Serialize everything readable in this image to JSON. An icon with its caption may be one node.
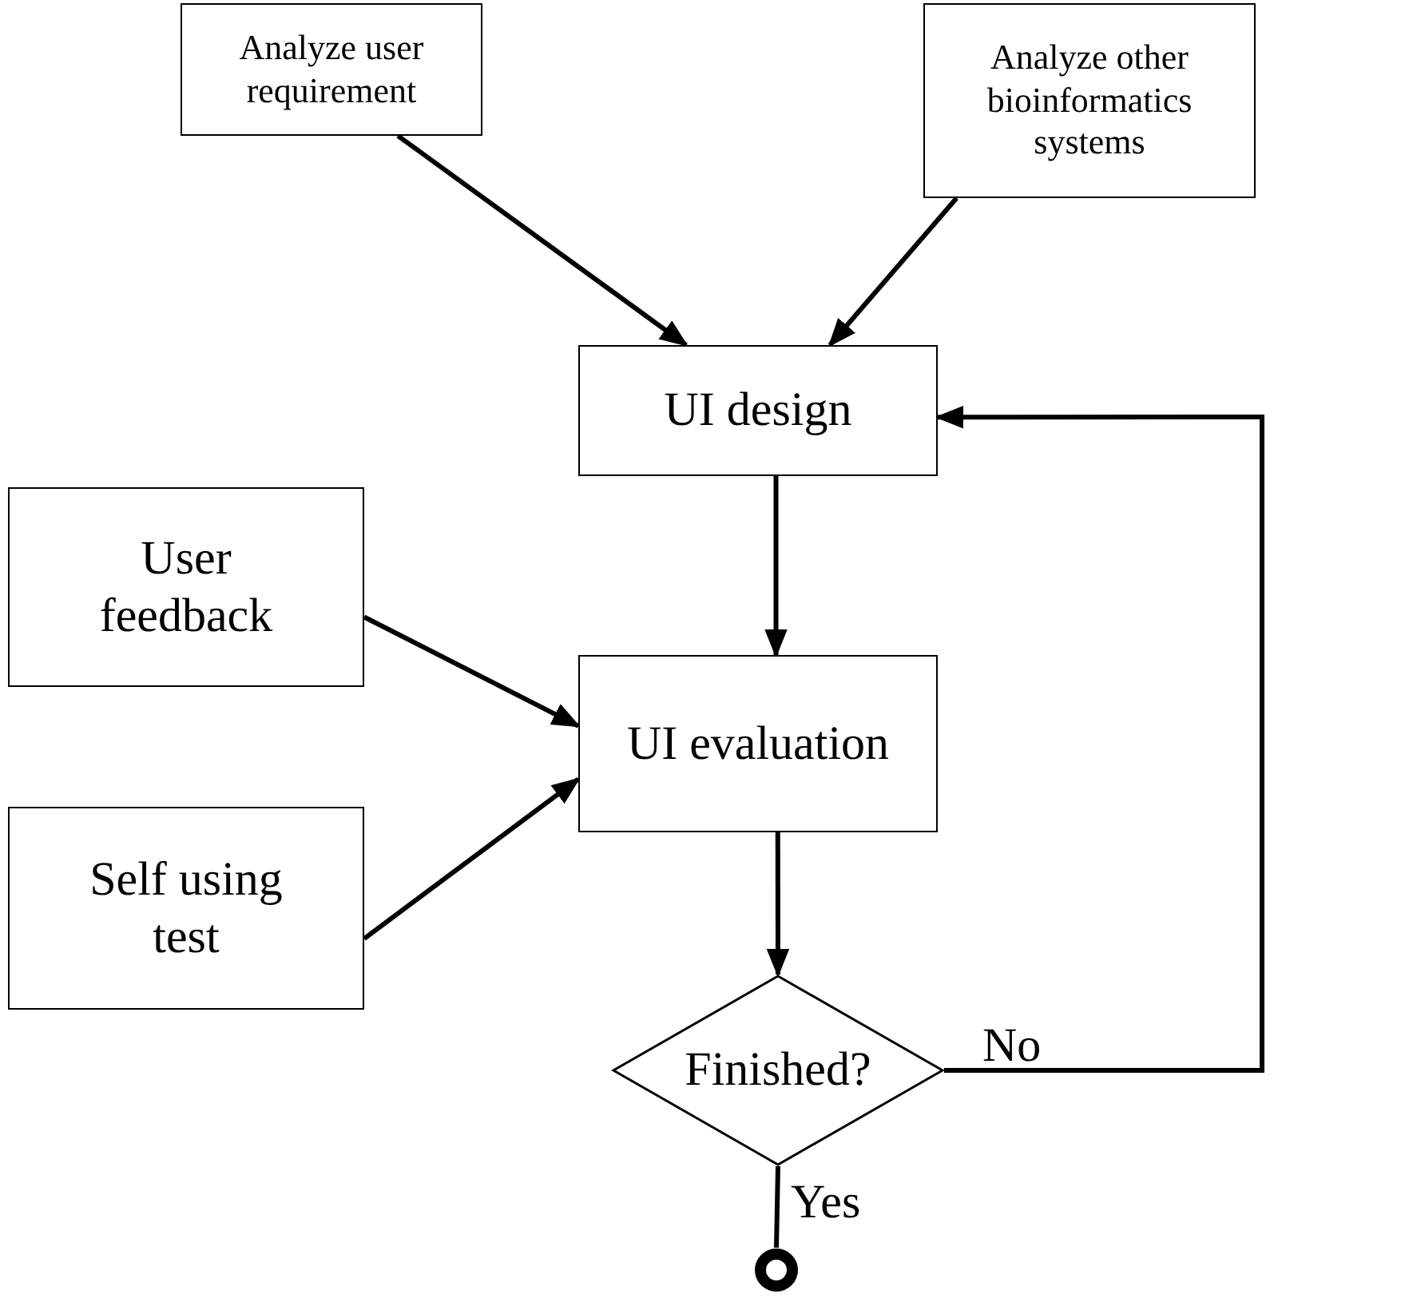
{
  "diagram": {
    "nodes": [
      {
        "text": [
          "Analyze user requirement"
        ]
      },
      {
        "text": [
          "Analyze other bioinformatics systems"
        ]
      },
      {
        "text": [
          "UI design"
        ]
      },
      {
        "text": [
          "User feedback"
        ]
      },
      {
        "text": [
          "UI evaluation"
        ]
      },
      {
        "text": [
          "Self using test"
        ]
      },
      {
        "text": [
          "Finished?"
        ]
      },
      {
        "text": [],
        "shape": "circle"
      }
    ],
    "edges": [
      {
        "from": 0,
        "to": 2,
        "arrow": "to"
      },
      {
        "from": 1,
        "to": 2,
        "arrow": "to"
      },
      {
        "from": 2,
        "to": 4,
        "arrow": "to"
      },
      {
        "from": 3,
        "to": 4,
        "arrow": "to"
      },
      {
        "from": 5,
        "to": 4,
        "arrow": "to"
      },
      {
        "from": 4,
        "to": 6,
        "arrow": "to"
      },
      {
        "from": 6,
        "to": 2,
        "arrow": "to",
        "label": "No"
      },
      {
        "from": 6,
        "to": 7,
        "arrow": "none",
        "label": "Yes"
      }
    ]
  }
}
